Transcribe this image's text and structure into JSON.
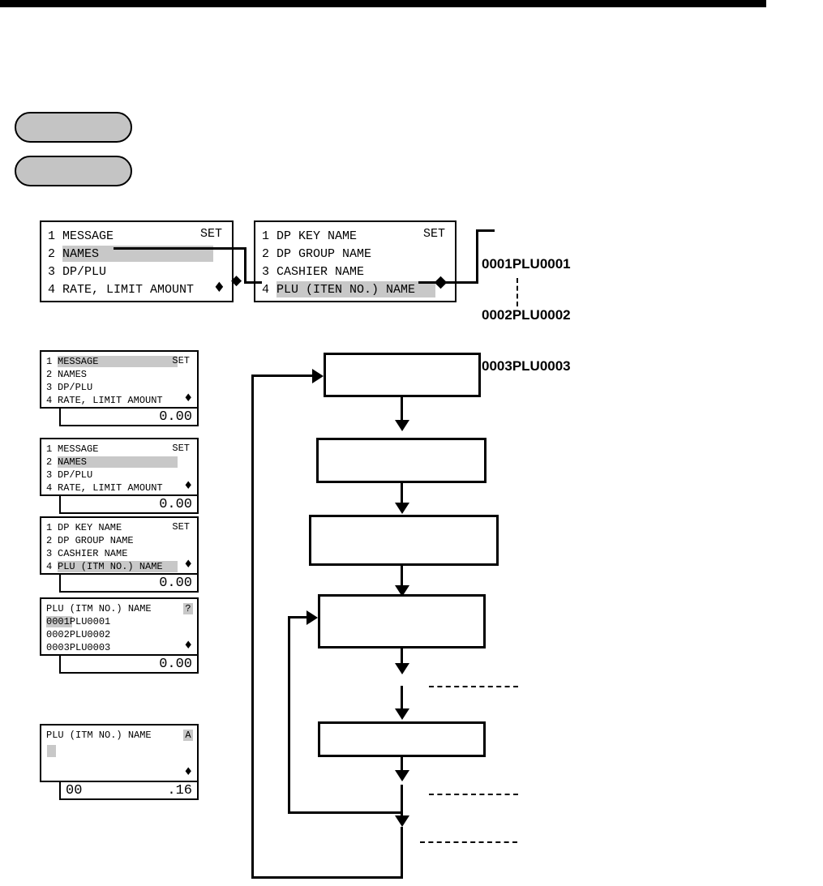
{
  "page": {
    "title": "PLU (ITEM NO.) NAME programming flow",
    "background_color": "#ffffff",
    "ink_color": "#000000",
    "highlight_color": "#c8c8c8",
    "key_fill_color": "#c4c4c4"
  },
  "keys": [
    {
      "label": "",
      "name": "mode-key-upper"
    },
    {
      "label": "",
      "name": "mode-key-lower"
    }
  ],
  "top_panels": {
    "menu_panel": {
      "set_label": "SET",
      "arrows_glyph": "♦",
      "rows": [
        {
          "num": "1",
          "text": "MESSAGE",
          "highlighted": false
        },
        {
          "num": "2",
          "text": "NAMES",
          "highlighted": true
        },
        {
          "num": "3",
          "text": "DP/PLU",
          "highlighted": false
        },
        {
          "num": "4",
          "text": "RATE, LIMIT AMOUNT",
          "highlighted": false
        }
      ]
    },
    "names_panel": {
      "set_label": "SET",
      "arrows_glyph": "♦",
      "rows": [
        {
          "num": "1",
          "text": "DP KEY NAME",
          "highlighted": false
        },
        {
          "num": "2",
          "text": "DP GROUP NAME",
          "highlighted": false
        },
        {
          "num": "3",
          "text": "CASHIER NAME",
          "highlighted": false
        },
        {
          "num": "4",
          "text": "PLU (ITEN NO.) NAME",
          "highlighted": true
        }
      ]
    },
    "plu_list": {
      "lines": [
        "0001PLU0001",
        "0002PLU0002",
        "0003PLU0003"
      ],
      "continuation": "vertical-dotted"
    }
  },
  "screens": [
    {
      "name": "screen-message-selected",
      "set_label": "SET",
      "arrows_glyph": "♦",
      "rows": [
        {
          "num": "1",
          "text": "MESSAGE",
          "highlighted": true
        },
        {
          "num": "2",
          "text": "NAMES",
          "highlighted": false
        },
        {
          "num": "3",
          "text": "DP/PLU",
          "highlighted": false
        },
        {
          "num": "4",
          "text": "RATE, LIMIT AMOUNT",
          "highlighted": false
        }
      ],
      "amount_left": "",
      "amount_right": "0.00"
    },
    {
      "name": "screen-names-selected",
      "set_label": "SET",
      "arrows_glyph": "♦",
      "rows": [
        {
          "num": "1",
          "text": "MESSAGE",
          "highlighted": false
        },
        {
          "num": "2",
          "text": "NAMES",
          "highlighted": true
        },
        {
          "num": "3",
          "text": "DP/PLU",
          "highlighted": false
        },
        {
          "num": "4",
          "text": "RATE, LIMIT AMOUNT",
          "highlighted": false
        }
      ],
      "amount_left": "",
      "amount_right": "0.00"
    },
    {
      "name": "screen-plu-name-selected",
      "set_label": "SET",
      "arrows_glyph": "♦",
      "rows": [
        {
          "num": "1",
          "text": "DP KEY NAME",
          "highlighted": false
        },
        {
          "num": "2",
          "text": "DP GROUP NAME",
          "highlighted": false
        },
        {
          "num": "3",
          "text": "CASHIER NAME",
          "highlighted": false
        },
        {
          "num": "4",
          "text": "PLU (ITM NO.) NAME",
          "highlighted": true
        }
      ],
      "amount_left": "",
      "amount_right": "0.00"
    },
    {
      "name": "screen-plu-list",
      "header": "PLU (ITM NO.) NAME",
      "badge": "?",
      "arrows_glyph": "♦",
      "list_rows": [
        {
          "code": "0001",
          "text": "PLU0001",
          "highlighted": true
        },
        {
          "code": "0002",
          "text": "PLU0002",
          "highlighted": false
        },
        {
          "code": "0003",
          "text": "PLU0003",
          "highlighted": false
        }
      ],
      "amount_left": "",
      "amount_right": "0.00"
    },
    {
      "name": "screen-plu-name-entry",
      "header": "PLU (ITM NO.) NAME",
      "badge": "A",
      "arrows_glyph": "♦",
      "cursor": true,
      "amount_left": "00",
      "amount_right": ".16"
    }
  ],
  "flow": {
    "boxes": [
      {
        "name": "flow-box-1",
        "label": ""
      },
      {
        "name": "flow-box-2",
        "label": ""
      },
      {
        "name": "flow-box-3",
        "label": ""
      },
      {
        "name": "flow-box-4",
        "label": ""
      },
      {
        "name": "flow-box-5",
        "label": ""
      }
    ],
    "annotations": [
      {
        "name": "flow-annotation-1",
        "label": ""
      },
      {
        "name": "flow-annotation-2",
        "label": ""
      },
      {
        "name": "flow-annotation-3",
        "label": ""
      }
    ]
  }
}
